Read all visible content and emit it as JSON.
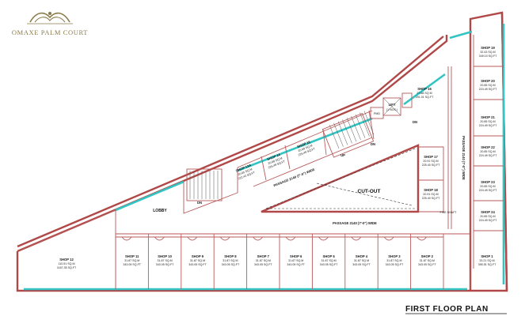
{
  "brand": {
    "name": "OMAXE PALM COURT",
    "logo_icon": "ornamental-crest-icon",
    "color": "#8a7a4a"
  },
  "plan_title": "FIRST FLOOR PLAN",
  "colors": {
    "wall": "#b04848",
    "glass": "#33c4c4"
  },
  "labels": {
    "lobby": "LOBBY",
    "cutout": "CUT-OUT",
    "passage_horizontal": "PASSAGE 2140 (7'-0\") WIDE",
    "passage_diagonal": "PASSAGE 2140 (7'-0\") WIDE",
    "passage_vertical": "PASSAGE 2140 (7'-0\") WIDE",
    "lift": "LIFT",
    "lift_sub": "(1 NOS.)",
    "pmd": "PMD",
    "up": "UP",
    "dn_1": "DN",
    "dn_2": "DN",
    "dn_3": "DN",
    "fire_shaft": "FIRE SHAFT"
  },
  "shops_bottom": [
    {
      "name": "SHOP 11",
      "area": "31.87 SQ.M",
      "sqft": "343.05 SQ.FT"
    },
    {
      "name": "SHOP 10",
      "area": "31.87 SQ.M",
      "sqft": "343.05 SQ.FT"
    },
    {
      "name": "SHOP 9",
      "area": "31.87 SQ.M",
      "sqft": "343.05 SQ.FT"
    },
    {
      "name": "SHOP 8",
      "area": "31.87 SQ.M",
      "sqft": "343.05 SQ.FT"
    },
    {
      "name": "SHOP 7",
      "area": "31.87 SQ.M",
      "sqft": "343.05 SQ.FT"
    },
    {
      "name": "SHOP 6",
      "area": "31.87 SQ.M",
      "sqft": "343.05 SQ.FT"
    },
    {
      "name": "SHOP 5",
      "area": "31.87 SQ.M",
      "sqft": "343.05 SQ.FT"
    },
    {
      "name": "SHOP 4",
      "area": "31.87 SQ.M",
      "sqft": "343.05 SQ.FT"
    },
    {
      "name": "SHOP 3",
      "area": "31.87 SQ.M",
      "sqft": "343.05 SQ.FT"
    },
    {
      "name": "SHOP 2",
      "area": "31.87 SQ.M",
      "sqft": "343.05 SQ.FT"
    }
  ],
  "shop_1": {
    "name": "SHOP 1",
    "area": "33.21 SQ.M",
    "sqft": "355.51 SQ.FT"
  },
  "shop_12": {
    "name": "SHOP 12",
    "area": "110.51 SQ.M",
    "sqft": "1167.35 SQ.FT"
  },
  "shops_right": [
    {
      "name": "SHOP 19",
      "area": "32.43 SQ.M",
      "sqft": "349.10 SQ.FT"
    },
    {
      "name": "SHOP 20",
      "area": "20.85 SQ.M",
      "sqft": "224.49 SQ.FT"
    },
    {
      "name": "SHOP 21",
      "area": "20.85 SQ.M",
      "sqft": "224.49 SQ.FT"
    },
    {
      "name": "SHOP 22",
      "area": "20.85 SQ.M",
      "sqft": "224.49 SQ.FT"
    },
    {
      "name": "SHOP 23",
      "area": "20.85 SQ.M",
      "sqft": "224.49 SQ.FT"
    },
    {
      "name": "SHOP 24",
      "area": "20.85 SQ.M",
      "sqft": "224.49 SQ.FT"
    }
  ],
  "shops_inner": [
    {
      "name": "SHOP 17",
      "area": "20.91 SQ.M",
      "sqft": "225.40 SQ.FT"
    },
    {
      "name": "SHOP 18",
      "area": "20.91 SQ.M",
      "sqft": "225.40 SQ.FT"
    }
  ],
  "shops_diagonal": [
    {
      "name": "SHOP 13A",
      "area": "20.65 SQ.M",
      "sqft": "222.42 SQ.FT"
    },
    {
      "name": "SHOP 14",
      "area": "20.68 SQ.M",
      "sqft": "226.49 SQ.FT"
    },
    {
      "name": "SHOP 15",
      "area": "20.68 SQ.M",
      "sqft": "226.49 SQ.FT"
    },
    {
      "name": "SHOP 16",
      "area": "27.68 SQ.M",
      "sqft": "291.01 SQ.FT"
    }
  ]
}
